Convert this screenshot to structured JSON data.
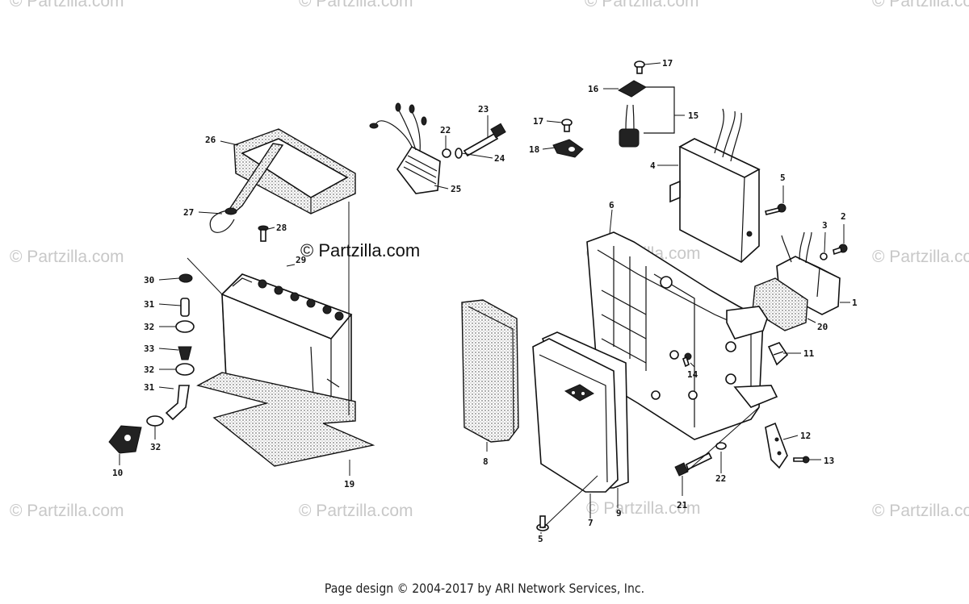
{
  "watermark": {
    "site": "© Partzilla.com",
    "center": "© Partzilla.com"
  },
  "footer": {
    "copyright": "Page design © 2004-2017 by ARI Network Services, Inc."
  },
  "callouts": {
    "p1": "1",
    "p2": "2",
    "p3": "3",
    "p4": "4",
    "p5a": "5",
    "p5b": "5",
    "p6": "6",
    "p7": "7",
    "p8": "8",
    "p9": "9",
    "p10": "10",
    "p11": "11",
    "p12": "12",
    "p13": "13",
    "p14": "14",
    "p15": "15",
    "p16": "16",
    "p17a": "17",
    "p17b": "17",
    "p18": "18",
    "p19": "19",
    "p20": "20",
    "p21": "21",
    "p22a": "22",
    "p22b": "22",
    "p23": "23",
    "p24": "24",
    "p25": "25",
    "p26": "26",
    "p27": "27",
    "p28": "28",
    "p29": "29",
    "p30": "30",
    "p31a": "31",
    "p31b": "31",
    "p32a": "32",
    "p32b": "32",
    "p32c": "32",
    "p33": "33"
  }
}
